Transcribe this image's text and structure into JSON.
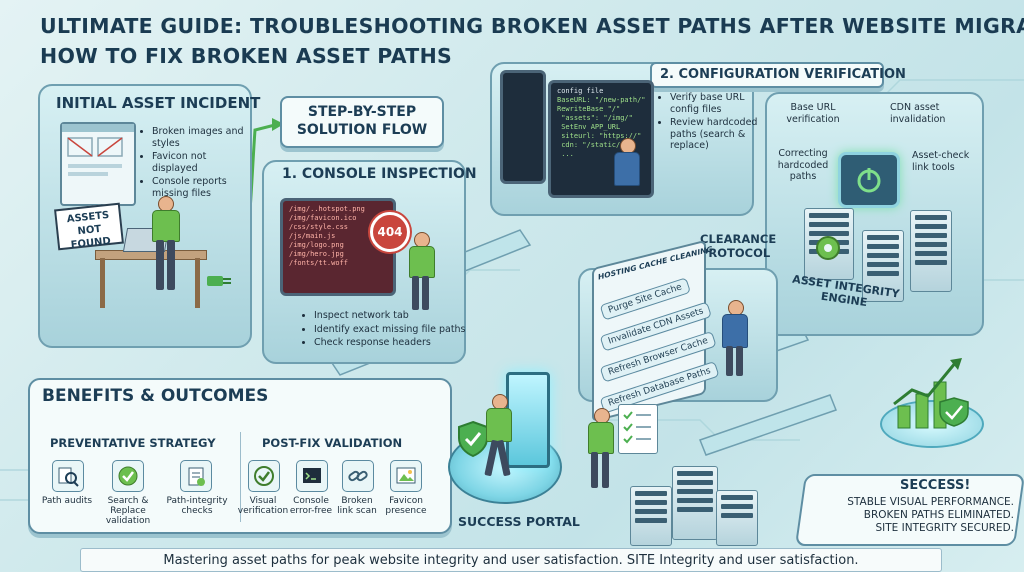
{
  "title": {
    "line1": "ULTIMATE GUIDE: TROUBLESHOOTING BROKEN ASSET PATHS AFTER WEBSITE MIGRATION",
    "line2": "HOW TO FIX BROKEN ASSET PATHS"
  },
  "incident": {
    "header": "INITIAL ASSET INCIDENT",
    "bullets": [
      "Broken images and styles",
      "Favicon not displayed",
      "Console reports missing files"
    ],
    "sign": "ASSETS NOT FOUND"
  },
  "flow": {
    "header": "STEP-BY-STEP SOLUTION FLOW"
  },
  "console": {
    "header": "1. CONSOLE INSPECTION",
    "badge": "404",
    "bullets": [
      "Inspect network tab",
      "Identify exact missing file paths",
      "Check response headers"
    ]
  },
  "config": {
    "header": "2. CONFIGURATION VERIFICATION",
    "screen_title": "config file",
    "bullets": [
      "Verify base URL config files",
      "Review hardcoded paths (search & replace)"
    ]
  },
  "engine": {
    "label": "ASSET INTEGRITY ENGINE",
    "items": [
      "Base URL verification",
      "CDN asset invalidation",
      "Correcting hardcoded paths",
      "Asset-check link tools"
    ]
  },
  "clearance": {
    "label": "CLEARANCE PROTOCOL",
    "panel_title": "HOSTING CACHE CLEANING",
    "buttons": [
      "Purge Site Cache",
      "Invalidate CDN Assets",
      "Refresh Browser Cache",
      "Refresh Database Paths"
    ]
  },
  "benefits": {
    "header": "BENEFITS & OUTCOMES",
    "preventative": {
      "header": "PREVENTATIVE STRATEGY",
      "items": [
        {
          "label": "Path audits",
          "icon": "magnifier-icon"
        },
        {
          "label": "Search & Replace validation",
          "icon": "check-badge-icon"
        },
        {
          "label": "Path-integrity checks",
          "icon": "clipboard-icon"
        }
      ]
    },
    "postfix": {
      "header": "POST-FIX VALIDATION",
      "items": [
        {
          "label": "Visual verification",
          "icon": "check-circle-icon"
        },
        {
          "label": "Console error-free",
          "icon": "terminal-icon"
        },
        {
          "label": "Broken link scan",
          "icon": "link-icon"
        },
        {
          "label": "Favicon presence",
          "icon": "image-icon"
        }
      ]
    }
  },
  "portal": {
    "label": "SUCCESS PORTAL"
  },
  "success": {
    "header": "SECCESS!",
    "lines": [
      "STABLE VISUAL PERFORMANCE.",
      "BROKEN PATHS ELIMINATED.",
      "SITE INTEGRITY SECURED."
    ]
  },
  "footer": {
    "text": "Mastering asset paths for peak website integrity and user satisfaction. SITE Integrity and user satisfaction."
  },
  "colors": {
    "accent": "#6dbf4f",
    "dark": "#1a3b52",
    "error": "#c9463d",
    "bg": "#cfe9ec"
  }
}
